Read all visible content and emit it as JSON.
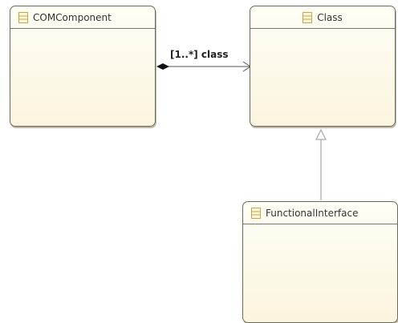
{
  "diagram": {
    "classes": [
      {
        "id": "com",
        "name": "COMComponent",
        "icon": "class-icon"
      },
      {
        "id": "class",
        "name": "Class",
        "icon": "class-icon"
      },
      {
        "id": "fi",
        "name": "FunctionalInterface",
        "icon": "class-icon"
      }
    ],
    "relations": [
      {
        "type": "composition",
        "from": "com",
        "to": "class",
        "label": "[1..*] class"
      },
      {
        "type": "generalization",
        "from": "fi",
        "to": "class"
      }
    ]
  },
  "colors": {
    "box_border": "#6b6b5d",
    "box_fill": "#fbf5df",
    "icon_stroke": "#c8a64b",
    "edge": "#808080"
  }
}
